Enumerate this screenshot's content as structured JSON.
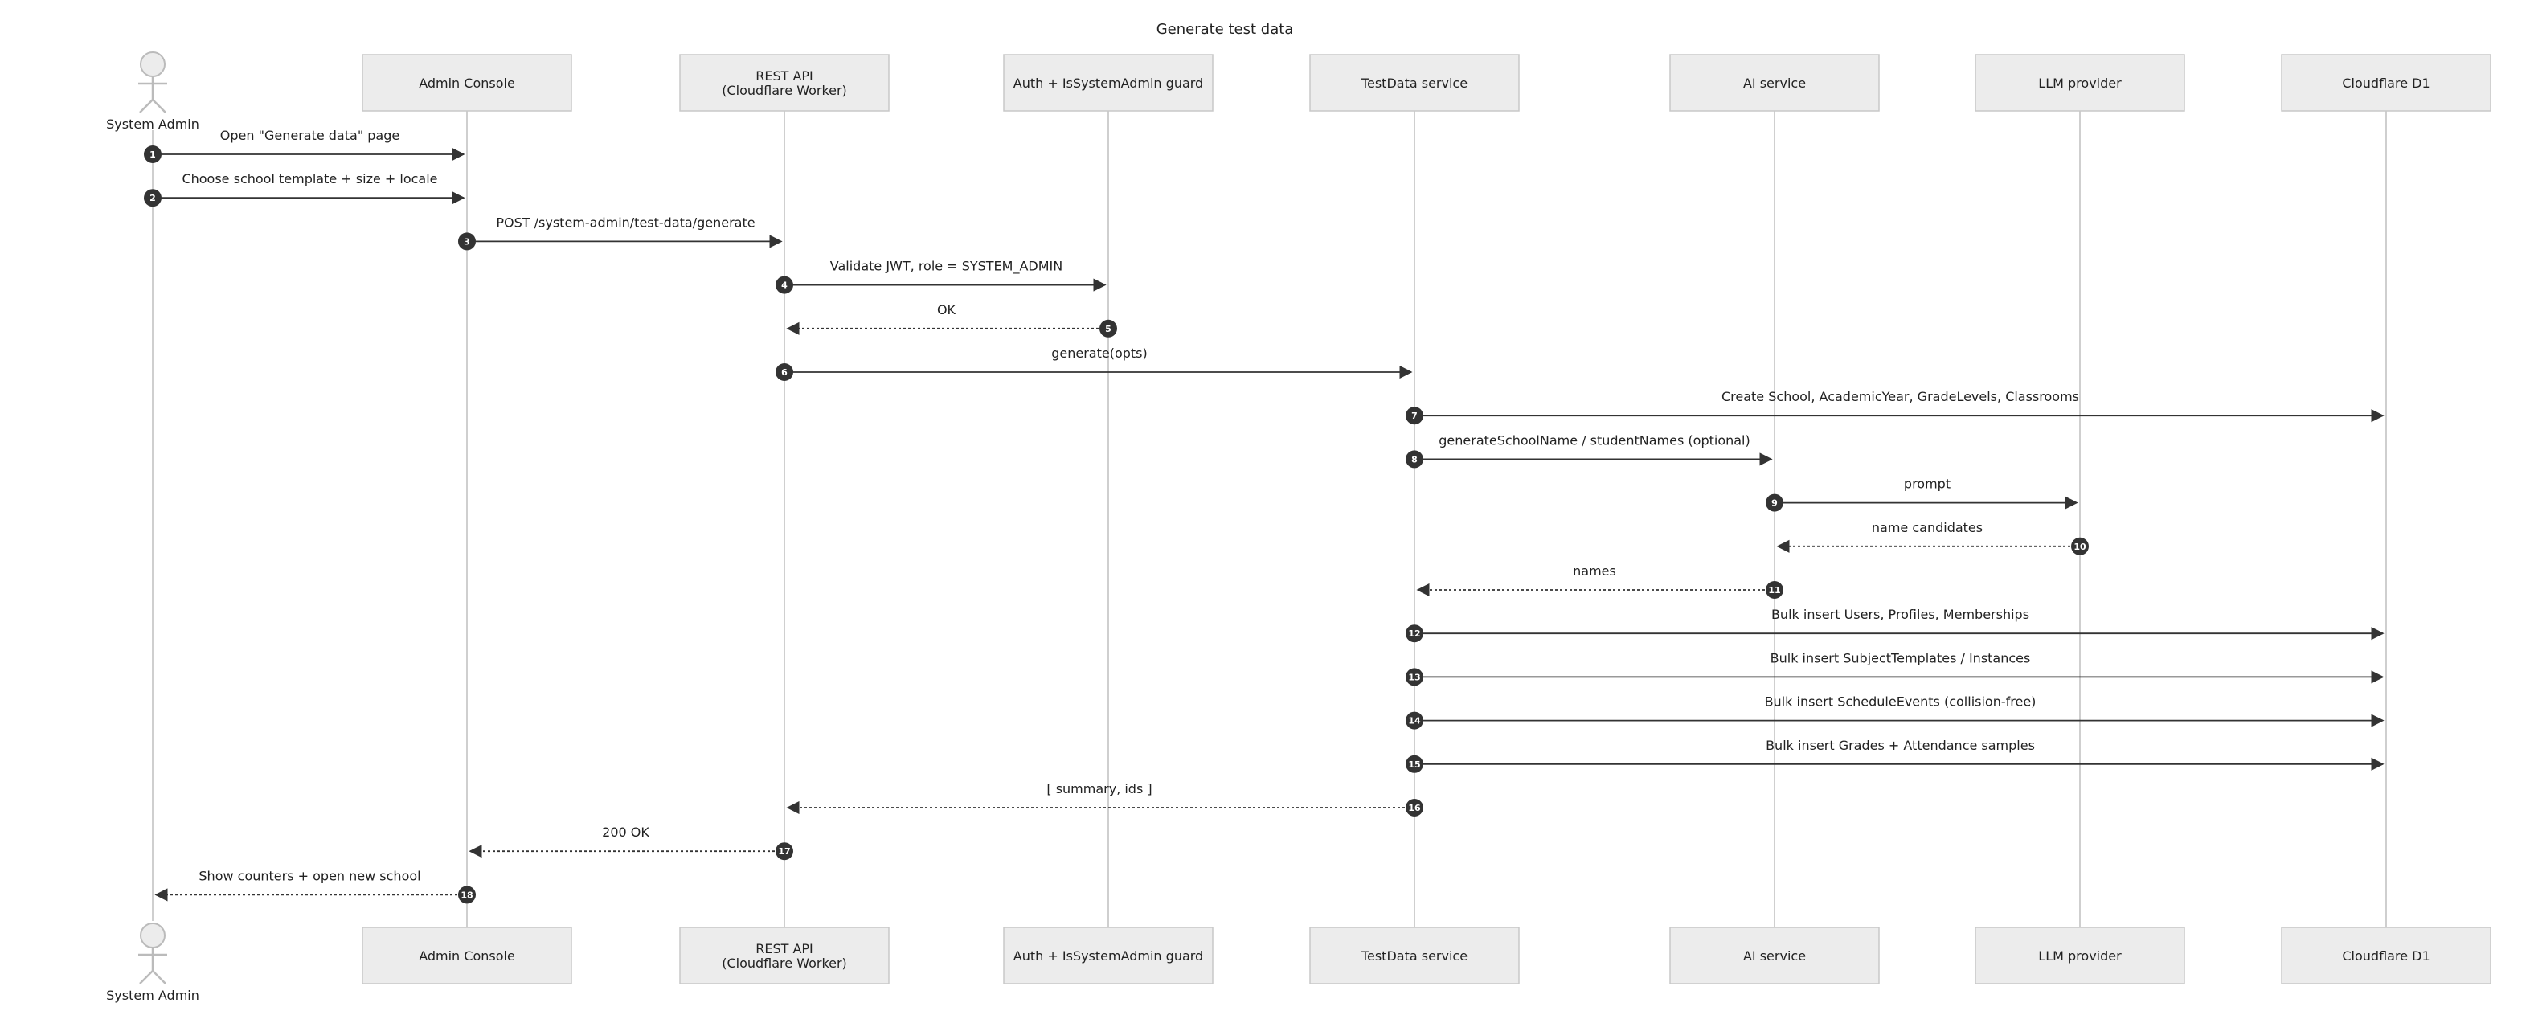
{
  "title": "Generate test data",
  "participants": [
    {
      "id": "admin",
      "type": "actor",
      "label": [
        "System Admin"
      ]
    },
    {
      "id": "console",
      "type": "box",
      "label": [
        "Admin Console"
      ]
    },
    {
      "id": "api",
      "type": "box",
      "label": [
        "REST API",
        "(Cloudflare Worker)"
      ]
    },
    {
      "id": "auth",
      "type": "box",
      "label": [
        "Auth + IsSystemAdmin guard"
      ]
    },
    {
      "id": "testdata",
      "type": "box",
      "label": [
        "TestData service"
      ]
    },
    {
      "id": "ai",
      "type": "box",
      "label": [
        "AI service"
      ]
    },
    {
      "id": "llm",
      "type": "box",
      "label": [
        "LLM provider"
      ]
    },
    {
      "id": "d1",
      "type": "box",
      "label": [
        "Cloudflare D1"
      ]
    }
  ],
  "messages": [
    {
      "n": "1",
      "from": "admin",
      "to": "console",
      "label": "Open \"Generate data\" page",
      "style": "solid"
    },
    {
      "n": "2",
      "from": "admin",
      "to": "console",
      "label": "Choose school template + size + locale",
      "style": "solid"
    },
    {
      "n": "3",
      "from": "console",
      "to": "api",
      "label": "POST /system-admin/test-data/generate",
      "style": "solid"
    },
    {
      "n": "4",
      "from": "api",
      "to": "auth",
      "label": "Validate JWT, role = SYSTEM_ADMIN",
      "style": "solid"
    },
    {
      "n": "5",
      "from": "auth",
      "to": "api",
      "label": "OK",
      "style": "dashed"
    },
    {
      "n": "6",
      "from": "api",
      "to": "testdata",
      "label": "generate(opts)",
      "style": "solid"
    },
    {
      "n": "7",
      "from": "testdata",
      "to": "d1",
      "label": "Create School, AcademicYear, GradeLevels, Classrooms",
      "style": "solid"
    },
    {
      "n": "8",
      "from": "testdata",
      "to": "ai",
      "label": "generateSchoolName / studentNames (optional)",
      "style": "solid"
    },
    {
      "n": "9",
      "from": "ai",
      "to": "llm",
      "label": "prompt",
      "style": "solid"
    },
    {
      "n": "10",
      "from": "llm",
      "to": "ai",
      "label": "name candidates",
      "style": "dashed"
    },
    {
      "n": "11",
      "from": "ai",
      "to": "testdata",
      "label": "names",
      "style": "dashed"
    },
    {
      "n": "12",
      "from": "testdata",
      "to": "d1",
      "label": "Bulk insert Users, Profiles, Memberships",
      "style": "solid"
    },
    {
      "n": "13",
      "from": "testdata",
      "to": "d1",
      "label": "Bulk insert SubjectTemplates / Instances",
      "style": "solid"
    },
    {
      "n": "14",
      "from": "testdata",
      "to": "d1",
      "label": "Bulk insert ScheduleEvents (collision-free)",
      "style": "solid"
    },
    {
      "n": "15",
      "from": "testdata",
      "to": "d1",
      "label": "Bulk insert Grades + Attendance samples",
      "style": "solid"
    },
    {
      "n": "16",
      "from": "testdata",
      "to": "api",
      "label": "[ summary, ids ]",
      "style": "dashed"
    },
    {
      "n": "17",
      "from": "api",
      "to": "console",
      "label": "200 OK",
      "style": "dashed"
    },
    {
      "n": "18",
      "from": "console",
      "to": "admin",
      "label": "Show counters + open new school",
      "style": "dashed"
    }
  ]
}
